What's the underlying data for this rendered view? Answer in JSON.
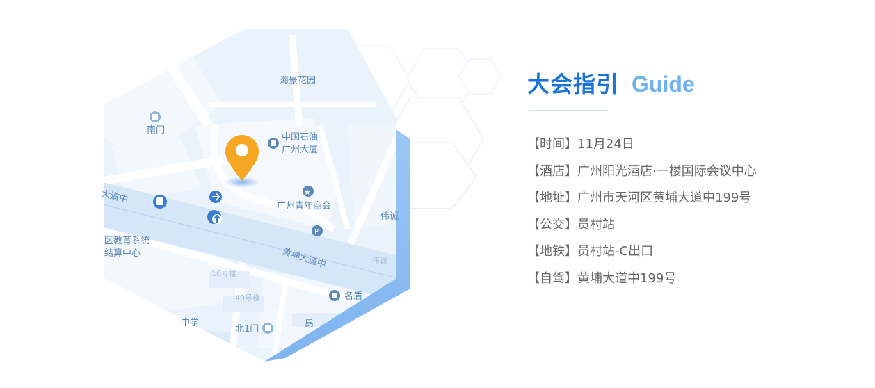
{
  "heading": {
    "title_cn": "大会指引",
    "title_en": "Guide"
  },
  "map": {
    "labels": {
      "haijing": "海景花园",
      "nanmen": "南门",
      "sinopec_1": "中国石油",
      "sinopec_2": "广州大厦",
      "youth": "广州青年商会",
      "road_left": "大道中",
      "road_main": "黄埔大道中",
      "edu_1": "区教育系统",
      "edu_2": "结算中心",
      "b16": "16号楼",
      "b40": "40号楼",
      "mingdun": "名盾",
      "weicheng": "伟诚",
      "weicheng2": "伟诚",
      "school": "中学",
      "beiyimen": "北1门",
      "mid": "昂"
    },
    "colors": {
      "pin": "#f5a623",
      "road": "#d5e6f8",
      "accent_blue": "#1a73d9"
    }
  },
  "info": {
    "items": [
      {
        "key": "【时间】",
        "value": "11月24日"
      },
      {
        "key": "【酒店】",
        "value": "广州阳光酒店·一楼国际会议中心"
      },
      {
        "key": "【地址】",
        "value": "广州市天河区黄埔大道中199号"
      },
      {
        "key": "【公交】",
        "value": "员村站"
      },
      {
        "key": "【地铁】",
        "value": "员村站-C出口"
      },
      {
        "key": "【自驾】",
        "value": "黄埔大道中199号"
      }
    ]
  }
}
